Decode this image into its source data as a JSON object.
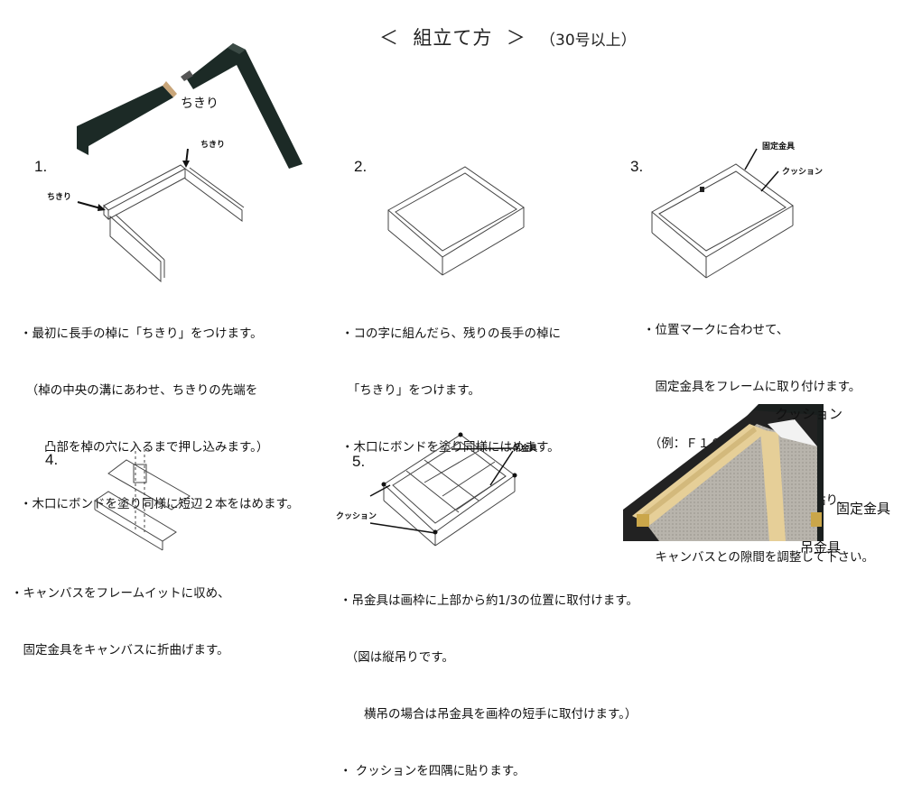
{
  "header": {
    "title": "＜  組立て方  ＞",
    "subtitle": "（30号以上）"
  },
  "top_figure": {
    "label": "ちきり"
  },
  "steps": [
    {
      "number": "1.",
      "labels": {
        "chikiri_a": "ちきり",
        "chikiri_b": "ちきり"
      },
      "lines": [
        "・最初に長手の棹に「ちきり」をつけます。",
        "　（棹の中央の溝にあわせ、ちきりの先端を",
        "　　凸部を棹の穴に入るまで押し込みます。）",
        "・木口にボンドを塗り同様に短辺２本をはめます。"
      ]
    },
    {
      "number": "2.",
      "lines": [
        "・コの字に組んだら、残りの長手の棹に",
        "　「ちきり」をつけます。",
        "・木口にボンドを塗り同様にはめます。"
      ]
    },
    {
      "number": "3.",
      "labels": {
        "bracket": "固定金具",
        "cushion": "クッション"
      },
      "lines": [
        "・位置マークに合わせて、",
        "　固定金具をフレームに取り付けます。",
        "　（例：Ｆ１００号１２ケ）",
        "・内側センターにクッションを貼り、",
        "　キャンバスとの隙間を調整して下さい。"
      ]
    },
    {
      "number": "4.",
      "lines": [
        "・キャンバスをフレームイットに収め、",
        "　固定金具をキャンバスに折曲げます。"
      ]
    },
    {
      "number": "5.",
      "labels": {
        "hanger": "吊金具",
        "cushion": "クッション"
      },
      "lines": [
        "・吊金具は画枠に上部から約1/3の位置に取付けます。",
        "　（図は縦吊りです。",
        "　　横吊の場合は吊金具を画枠の短手に取付けます。）",
        "・ クッションを四隅に貼ります。"
      ]
    }
  ],
  "photo": {
    "labels": {
      "cushion": "クッション",
      "bracket": "固定金具",
      "hanger": "吊金具"
    }
  }
}
